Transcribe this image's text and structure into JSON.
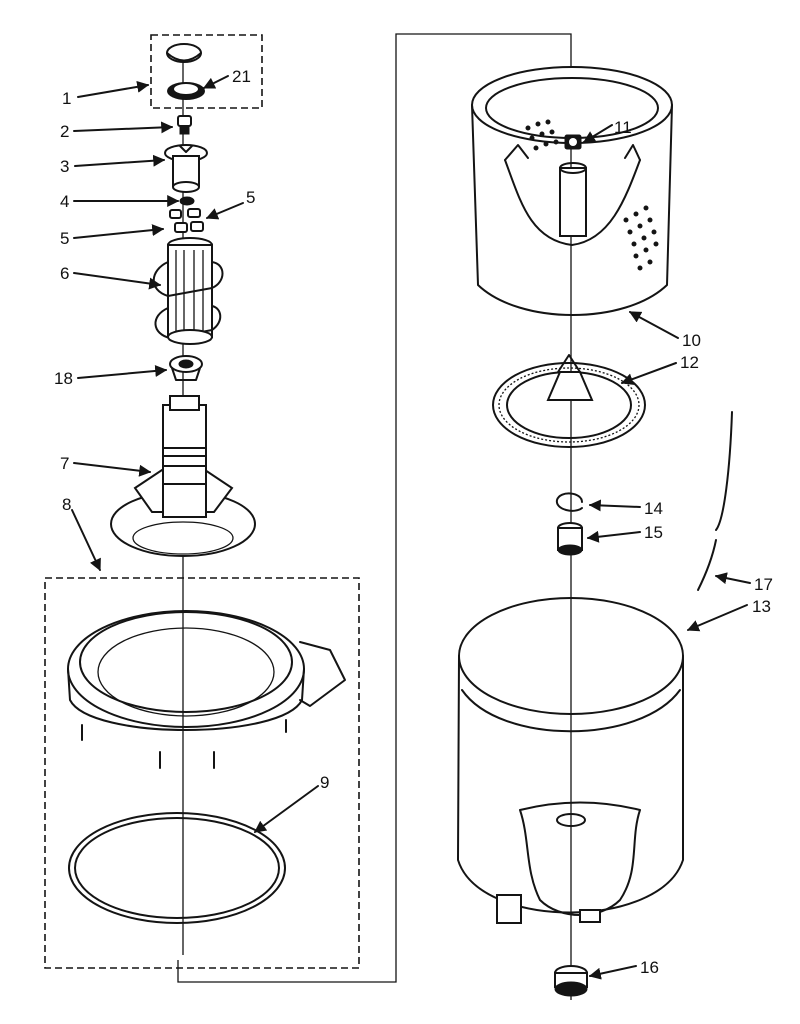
{
  "diagram": {
    "callouts": [
      {
        "id": "1",
        "text": "1"
      },
      {
        "id": "21",
        "text": "21"
      },
      {
        "id": "2",
        "text": "2"
      },
      {
        "id": "3",
        "text": "3"
      },
      {
        "id": "4",
        "text": "4"
      },
      {
        "id": "5a",
        "text": "5"
      },
      {
        "id": "5b",
        "text": "5"
      },
      {
        "id": "6",
        "text": "6"
      },
      {
        "id": "18",
        "text": "18"
      },
      {
        "id": "7",
        "text": "7"
      },
      {
        "id": "8",
        "text": "8"
      },
      {
        "id": "9",
        "text": "9"
      },
      {
        "id": "11",
        "text": "11"
      },
      {
        "id": "10",
        "text": "10"
      },
      {
        "id": "12",
        "text": "12"
      },
      {
        "id": "14",
        "text": "14"
      },
      {
        "id": "15",
        "text": "15"
      },
      {
        "id": "17",
        "text": "17"
      },
      {
        "id": "13",
        "text": "13"
      },
      {
        "id": "16",
        "text": "16"
      }
    ]
  }
}
